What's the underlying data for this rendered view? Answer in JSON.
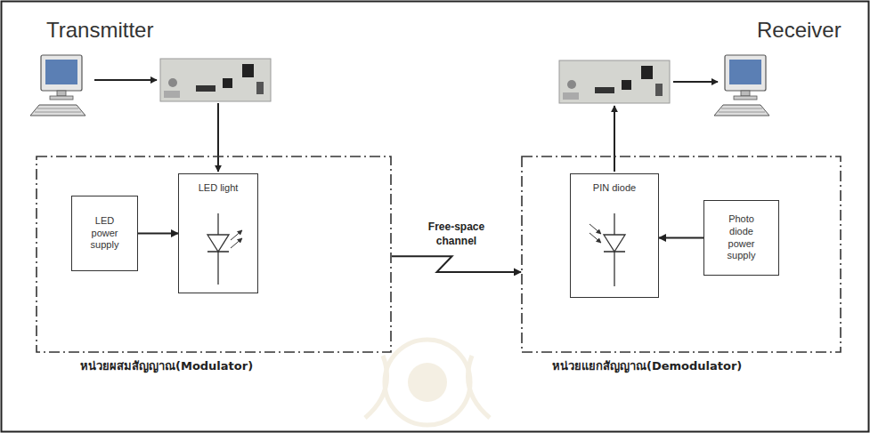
{
  "diagram": {
    "nodes": [
      {
        "text": [
          "หน่วยผสมสัญญาณ(Modulator)"
        ]
      },
      {
        "text": [
          "LED power supply"
        ],
        "in": 0
      },
      {
        "text": [
          "LED light"
        ],
        "in": 0
      },
      {
        "text": [
          "หน่วยแยกสัญญาณ(Demodulator)"
        ]
      },
      {
        "text": [
          "PIN diode"
        ],
        "in": 3
      },
      {
        "text": [
          "Photo diode power supply"
        ],
        "in": 3
      }
    ],
    "edges": [
      {
        "from": 1,
        "to": 2,
        "arrow": "to"
      },
      {
        "from": 5,
        "to": 4,
        "arrow": "to"
      },
      {
        "from": 0,
        "to": 3,
        "label": "Free-space channel",
        "arrow": "to"
      }
    ],
    "labels": [
      "Transmitter",
      "Receiver"
    ]
  }
}
